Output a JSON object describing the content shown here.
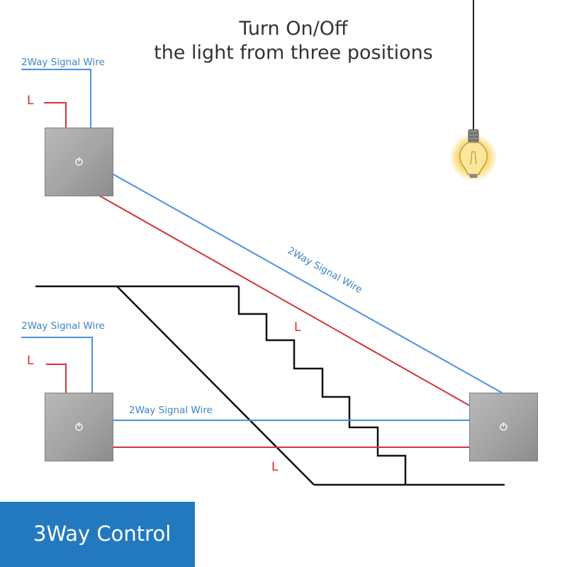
{
  "title": {
    "line1": "Turn On/Off",
    "line2": "the light from three positions"
  },
  "labels": {
    "signal_wire": "2Way Signal Wire",
    "live": "L"
  },
  "banner": {
    "text": "3Way Control"
  },
  "colors": {
    "signal_wire": "#4a90e2",
    "live_wire": "#d13438",
    "stair_line": "#111111",
    "banner_bg": "#2379bf",
    "bulb_glow": "#f7d76a"
  },
  "icons": [
    "light-bulb-icon",
    "touch-switch-icon"
  ]
}
